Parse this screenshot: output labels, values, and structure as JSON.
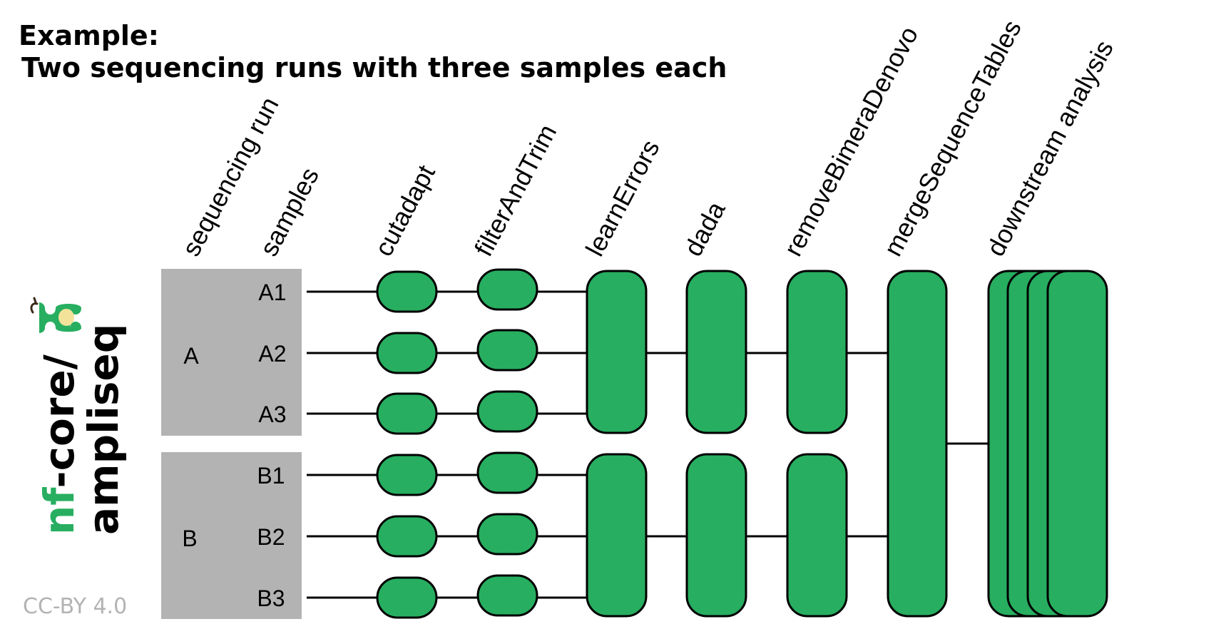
{
  "title": {
    "line1": "Example:",
    "line2": "Two sequencing runs with three samples each"
  },
  "columns": {
    "sequencing_run": "sequencing run",
    "samples": "samples",
    "cutadapt": "cutadapt",
    "filterAndTrim": "filterAndTrim",
    "learnErrors": "learnErrors",
    "dada": "dada",
    "removeBimeraDenovo": "removeBimeraDenovo",
    "mergeSequenceTables": "mergeSequenceTables",
    "downstream_analysis": "downstream analysis"
  },
  "runs": [
    {
      "label": "A",
      "samples": [
        "A1",
        "A2",
        "A3"
      ]
    },
    {
      "label": "B",
      "samples": [
        "B1",
        "B2",
        "B3"
      ]
    }
  ],
  "logo": {
    "part1": "nf",
    "part2": "-core/",
    "part3": "ampliseq"
  },
  "license": "CC-BY 4.0",
  "colors": {
    "box_fill": "#27ae60",
    "run_panel": "#b3b3b3",
    "logo_green": "#27ae60",
    "license_gray": "#b3b3b3"
  }
}
